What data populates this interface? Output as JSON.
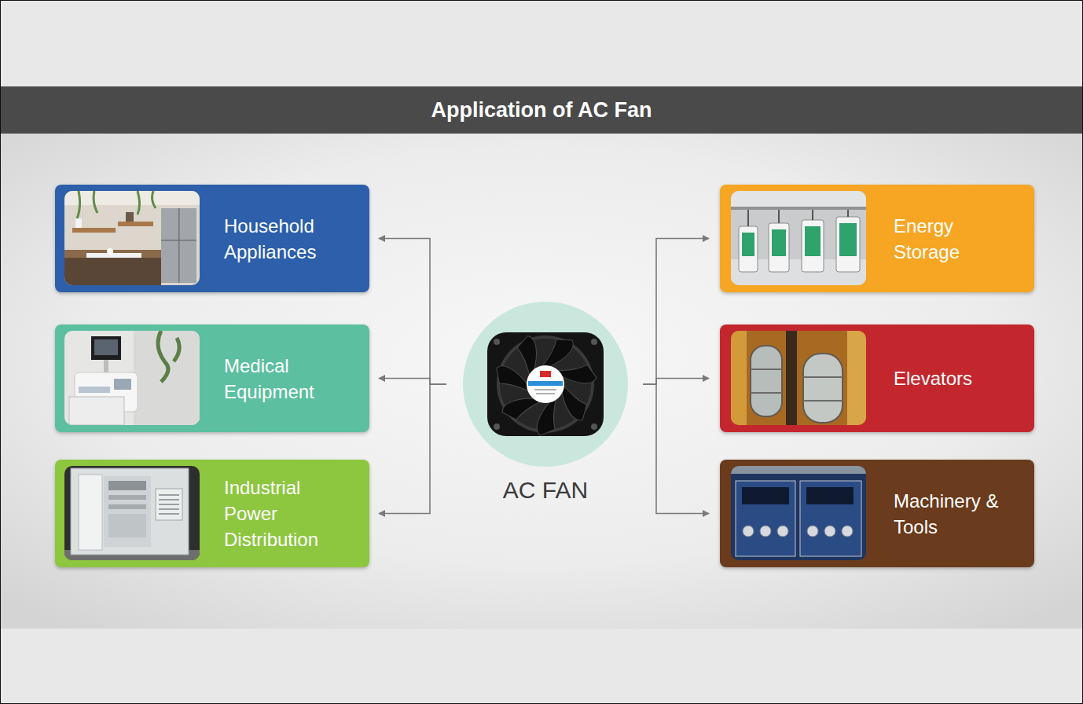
{
  "diagram": {
    "title": "Application of AC Fan",
    "nodes": [
      {
        "text": [
          "Household Appliances"
        ]
      },
      {
        "text": [
          "Medical Equipment"
        ]
      },
      {
        "text": [
          "Industrial Power Distribution"
        ]
      },
      {
        "text": [
          "AC FAN"
        ]
      },
      {
        "text": [
          "Energy Storage"
        ]
      },
      {
        "text": [
          "Elevators"
        ]
      },
      {
        "text": [
          "Machinery & Tools"
        ]
      }
    ],
    "edges": [
      {
        "from": 3,
        "to": 0,
        "arrow": "to"
      },
      {
        "from": 3,
        "to": 1,
        "arrow": "to"
      },
      {
        "from": 3,
        "to": 2,
        "arrow": "to"
      },
      {
        "from": 3,
        "to": 4,
        "arrow": "to"
      },
      {
        "from": 3,
        "to": 5,
        "arrow": "to"
      },
      {
        "from": 3,
        "to": 6,
        "arrow": "to"
      }
    ]
  }
}
